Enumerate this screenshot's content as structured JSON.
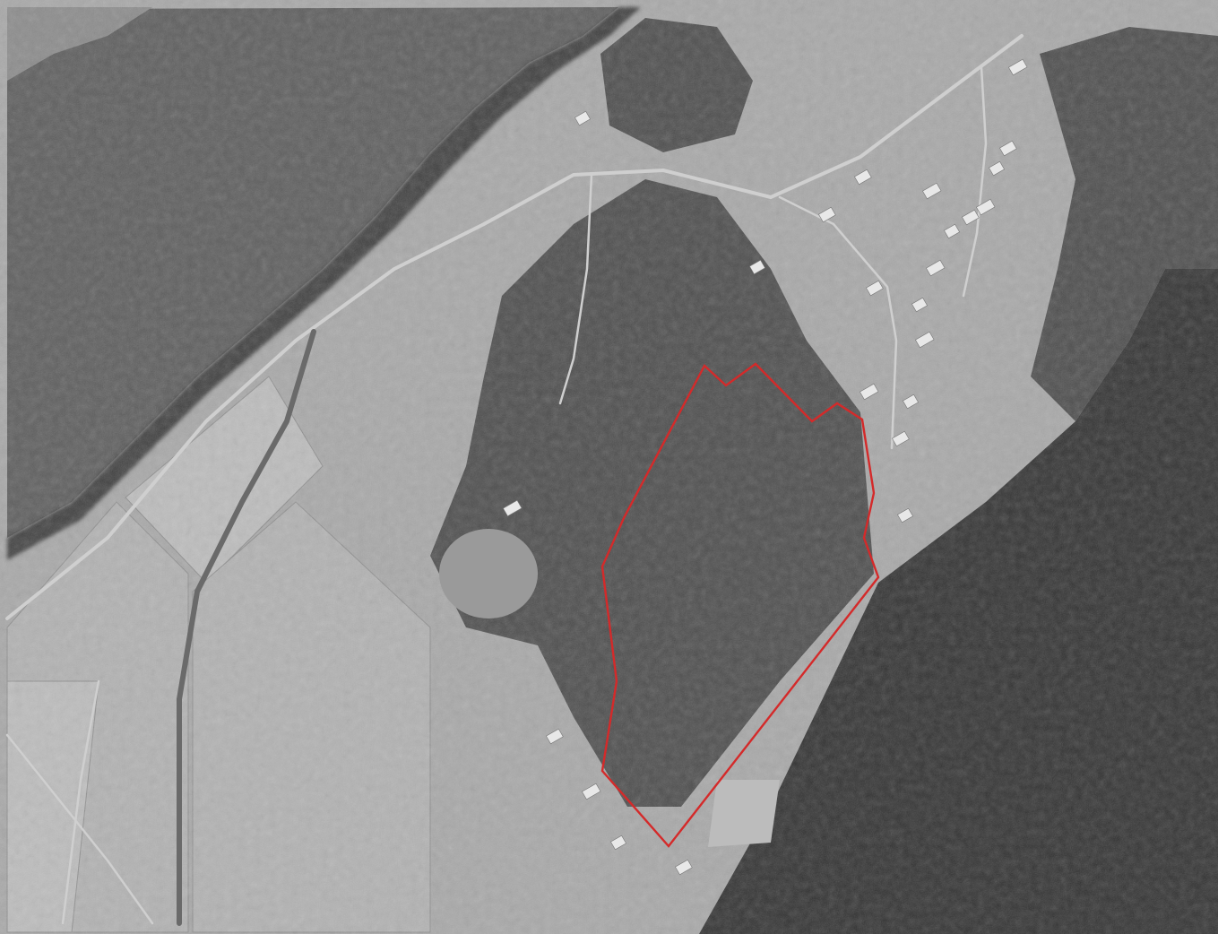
{
  "image": {
    "kind": "grayscale aerial photograph",
    "features": [
      "river",
      "main-road",
      "farm-tracks",
      "drainage-channel",
      "crop-fields",
      "scattered-buildings",
      "hillside-forest",
      "boundary-outline"
    ]
  },
  "colors": {
    "water": "#5b5b5b",
    "paddock": "#a8a8a8",
    "field_light": "#bdbdbd",
    "forest_dark": "#2f2f2f",
    "forest_mid": "#4a4a4a",
    "road": "#cfcfcf",
    "building": "#e8e8e8",
    "boundary_line": "#d42a2a",
    "page_border": "#ffffff"
  },
  "boundary": {
    "label": "",
    "stroke_width_px": 2.4
  }
}
